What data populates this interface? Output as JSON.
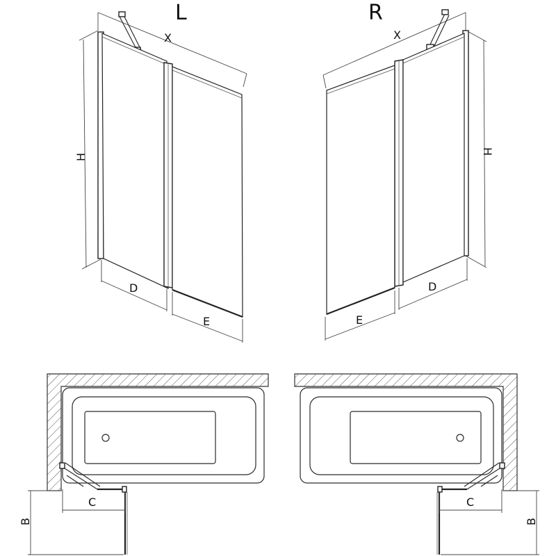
{
  "views": {
    "left": {
      "title": "L"
    },
    "right": {
      "title": "R"
    }
  },
  "dimensions": {
    "width": "X",
    "height": "H",
    "fixed_panel": "D",
    "door_panel": "E",
    "arm_length": "C",
    "profile_depth": "B"
  }
}
